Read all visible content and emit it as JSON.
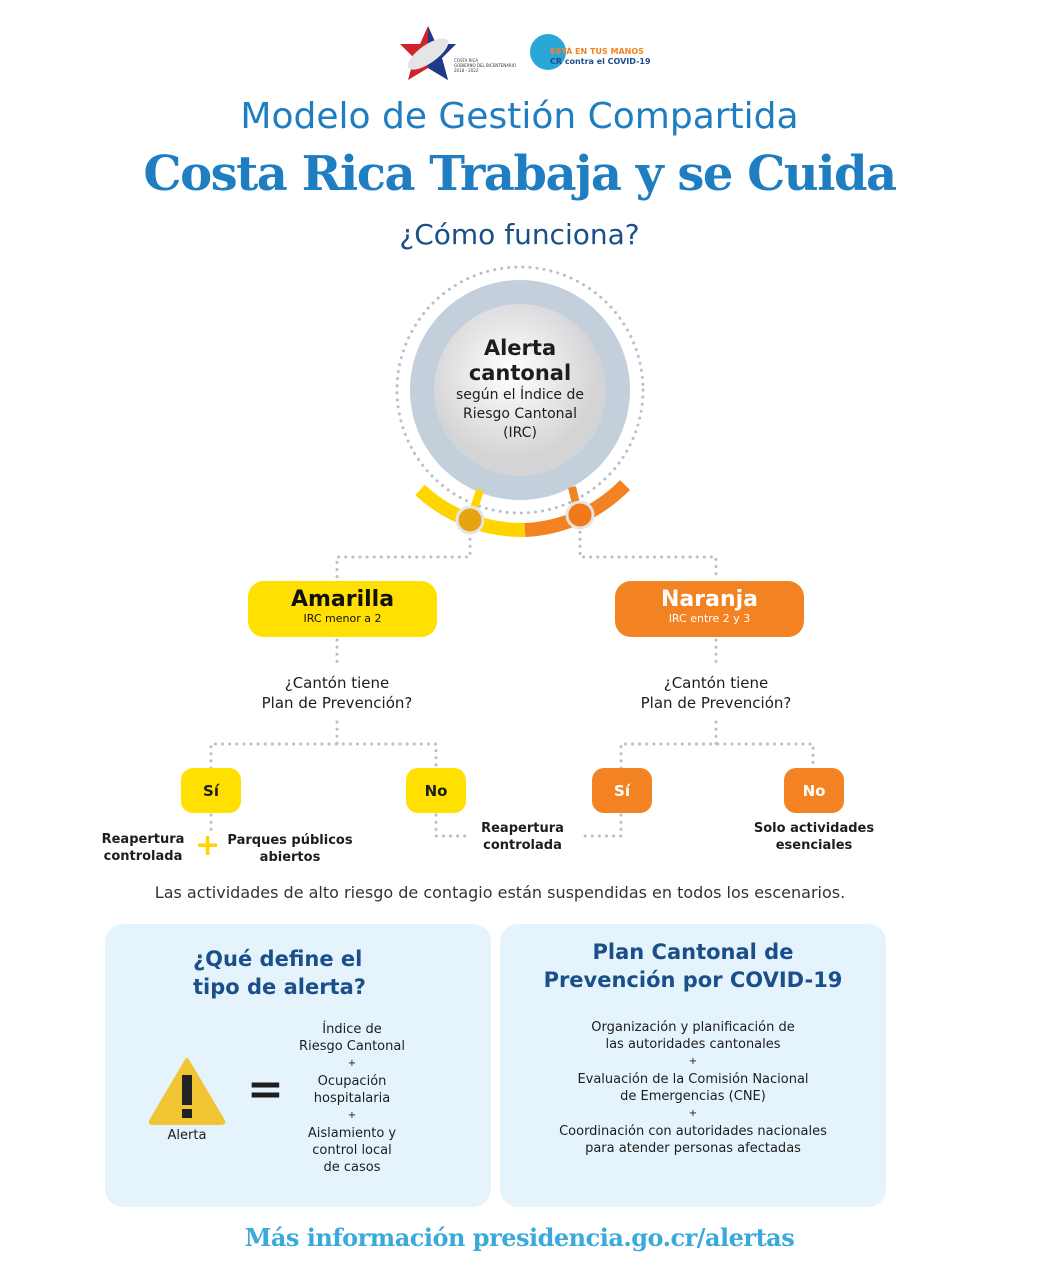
{
  "logos": {
    "gov": {
      "line1": "COSTA RICA",
      "line2": "GOBIERNO DEL BICENTENARIO",
      "line3": "2018 - 2022"
    },
    "campaign": {
      "line1": "ESTÁ EN TUS MANOS",
      "line2": "CR contra el COVID-19"
    }
  },
  "header": {
    "title": "Modelo de Gestión Compartida",
    "subtitle": "Costa Rica Trabaja y se Cuida",
    "question": "¿Cómo funciona?"
  },
  "center": {
    "line1": "Alerta",
    "line2": "cantonal",
    "line3": "según el Índice de",
    "line4": "Riesgo Cantonal",
    "line5": "(IRC)"
  },
  "colors": {
    "yellow": "#ffe000",
    "orange": "#f28222",
    "blue": "#1f7ec1",
    "dark_blue": "#1a4f8a"
  },
  "amarilla": {
    "label": "Amarilla",
    "sub": "IRC menor a 2",
    "q1": "¿Cantón tiene",
    "q2": "Plan de Prevención?",
    "yes": "Sí",
    "no": "No",
    "yes_out_a1": "Reapertura",
    "yes_out_a2": "controlada",
    "plus": "+",
    "yes_out_b1": "Parques públicos",
    "yes_out_b2": "abiertos",
    "no_out1": "Reapertura",
    "no_out2": "controlada"
  },
  "naranja": {
    "label": "Naranja",
    "sub": "IRC entre 2 y 3",
    "q1": "¿Cantón tiene",
    "q2": "Plan de Prevención?",
    "yes": "Sí",
    "no": "No",
    "no_out1": "Solo actividades",
    "no_out2": "esenciales"
  },
  "note": "Las actividades de alto riesgo de contagio están suspendidas en todos los escenarios.",
  "box_left": {
    "title1": "¿Qué define el",
    "title2": "tipo de alerta?",
    "alert_label": "Alerta",
    "equals": "=",
    "f1a": "Índice de",
    "f1b": "Riesgo Cantonal",
    "p1": "+",
    "f2a": "Ocupación",
    "f2b": "hospitalaria",
    "p2": "+",
    "f3a": "Aislamiento y",
    "f3b": "control local",
    "f3c": "de casos"
  },
  "box_right": {
    "title1": "Plan Cantonal de",
    "title2": "Prevención por COVID-19",
    "i1a": "Organización y planificación de",
    "i1b": "las autoridades cantonales",
    "p1": "+",
    "i2a": "Evaluación de la Comisión Nacional",
    "i2b": "de Emergencias (CNE)",
    "p2": "+",
    "i3a": "Coordinación con autoridades nacionales",
    "i3b": "para atender personas afectadas"
  },
  "footer": {
    "text": "Más información presidencia.go.cr/alertas"
  }
}
